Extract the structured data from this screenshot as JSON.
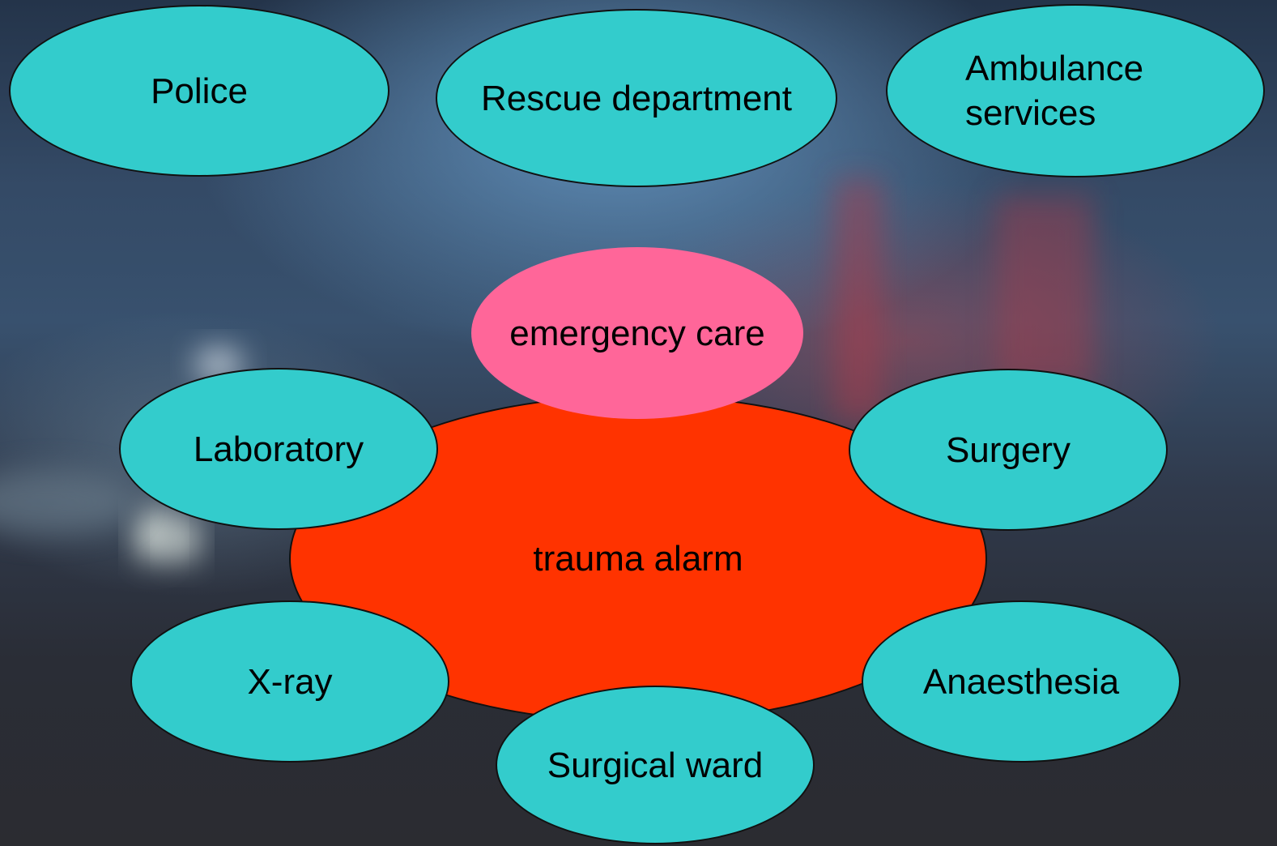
{
  "diagram": {
    "nodes": {
      "police": "Police",
      "rescue_department": "Rescue department",
      "ambulance_services": "Ambulance services",
      "emergency_care": "emergency care",
      "trauma_alarm": "trauma alarm",
      "laboratory": "Laboratory",
      "surgery": "Surgery",
      "xray": "X-ray",
      "anaesthesia": "Anaesthesia",
      "surgical_ward": "Surgical ward"
    },
    "colors": {
      "service_node_fill": "#33cccc",
      "trauma_alarm_fill": "#ff3300",
      "emergency_care_fill": "#ff6699",
      "outline": "#111111"
    }
  }
}
